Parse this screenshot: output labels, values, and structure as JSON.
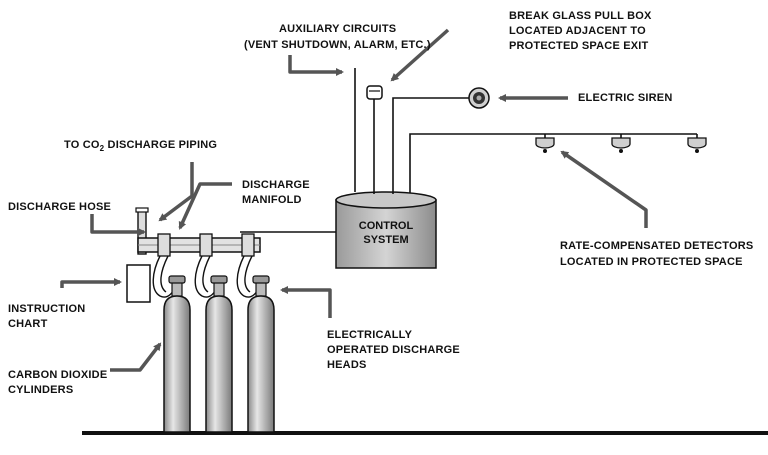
{
  "labels": {
    "auxiliary_1": "AUXILIARY CIRCUITS",
    "auxiliary_2": "(VENT SHUTDOWN, ALARM, ETC.)",
    "pullbox_1": "BREAK GLASS PULL BOX",
    "pullbox_2": "LOCATED ADJACENT TO",
    "pullbox_3": "PROTECTED SPACE EXIT",
    "siren": "ELECTRIC SIREN",
    "co2_piping_prefix": "TO CO",
    "co2_piping_sub": "2",
    "co2_piping_suffix": " DISCHARGE PIPING",
    "manifold_1": "DISCHARGE",
    "manifold_2": "MANIFOLD",
    "hose": "DISCHARGE HOSE",
    "control_1": "CONTROL",
    "control_2": "SYSTEM",
    "detectors_1": "RATE-COMPENSATED DETECTORS",
    "detectors_2": "LOCATED IN PROTECTED SPACE",
    "instruction_1": "INSTRUCTION",
    "instruction_2": "CHART",
    "heads_1": "ELECTRICALLY",
    "heads_2": "OPERATED DISCHARGE",
    "heads_3": "HEADS",
    "cylinders_1": "CARBON DIOXIDE",
    "cylinders_2": "CYLINDERS"
  },
  "colors": {
    "ink": "#111111",
    "cylinder_fill": "#c9c9c9",
    "control_fill": "#bdbdbd",
    "arrow_gray": "#555555",
    "pipe_fill": "#d9d9d9"
  }
}
